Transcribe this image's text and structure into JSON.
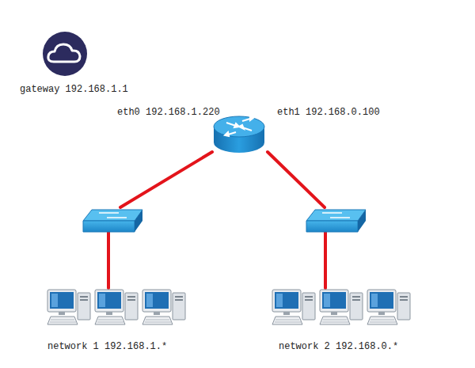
{
  "diagram": {
    "labels": [
      "gateway 192.168.1.1",
      "eth0 192.168.1.220",
      "eth1 192.168.0.100",
      "network 1 192.168.1.*",
      "network 2 192.168.0.*"
    ]
  }
}
